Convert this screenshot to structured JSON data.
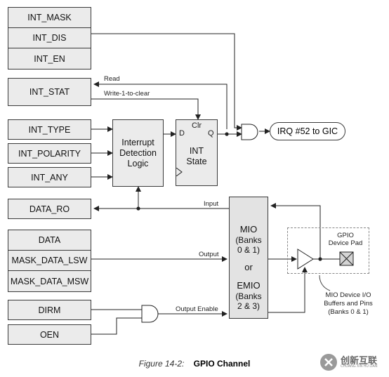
{
  "registers_top": [
    "INT_MASK",
    "INT_DIS",
    "INT_EN"
  ],
  "int_stat": "INT_STAT",
  "registers_mid": [
    "INT_TYPE",
    "INT_POLARITY",
    "INT_ANY"
  ],
  "data_ro": "DATA_RO",
  "registers_data": [
    "DATA",
    "MASK_DATA_LSW",
    "MASK_DATA_MSW"
  ],
  "dirm": "DIRM",
  "oen": "OEN",
  "interrupt_logic": [
    "Interrupt",
    "Detection",
    "Logic"
  ],
  "int_state": {
    "d": "D",
    "clr": "Clr",
    "q": "Q",
    "label": [
      "INT",
      "State"
    ]
  },
  "irq": "IRQ #52 to GIC",
  "mio": [
    "MIO",
    "(Banks",
    "0 & 1)",
    "or",
    "EMIO",
    "(Banks",
    "2 & 3)"
  ],
  "gpio_pad": [
    "GPIO",
    "Device Pad"
  ],
  "mio_note": [
    "MIO Device I/O",
    "Buffers and Pins",
    "(Banks 0 & 1)"
  ],
  "signals": {
    "read": "Read",
    "write_clear": "Write-1-to-clear",
    "input": "Input",
    "output": "Output",
    "output_enable": "Output Enable"
  },
  "caption": {
    "number": "Figure 14-2:",
    "title": "GPIO Channel"
  },
  "watermark": {
    "text": "创新互联",
    "sub": "CHUANG XIN HU LIAN"
  }
}
